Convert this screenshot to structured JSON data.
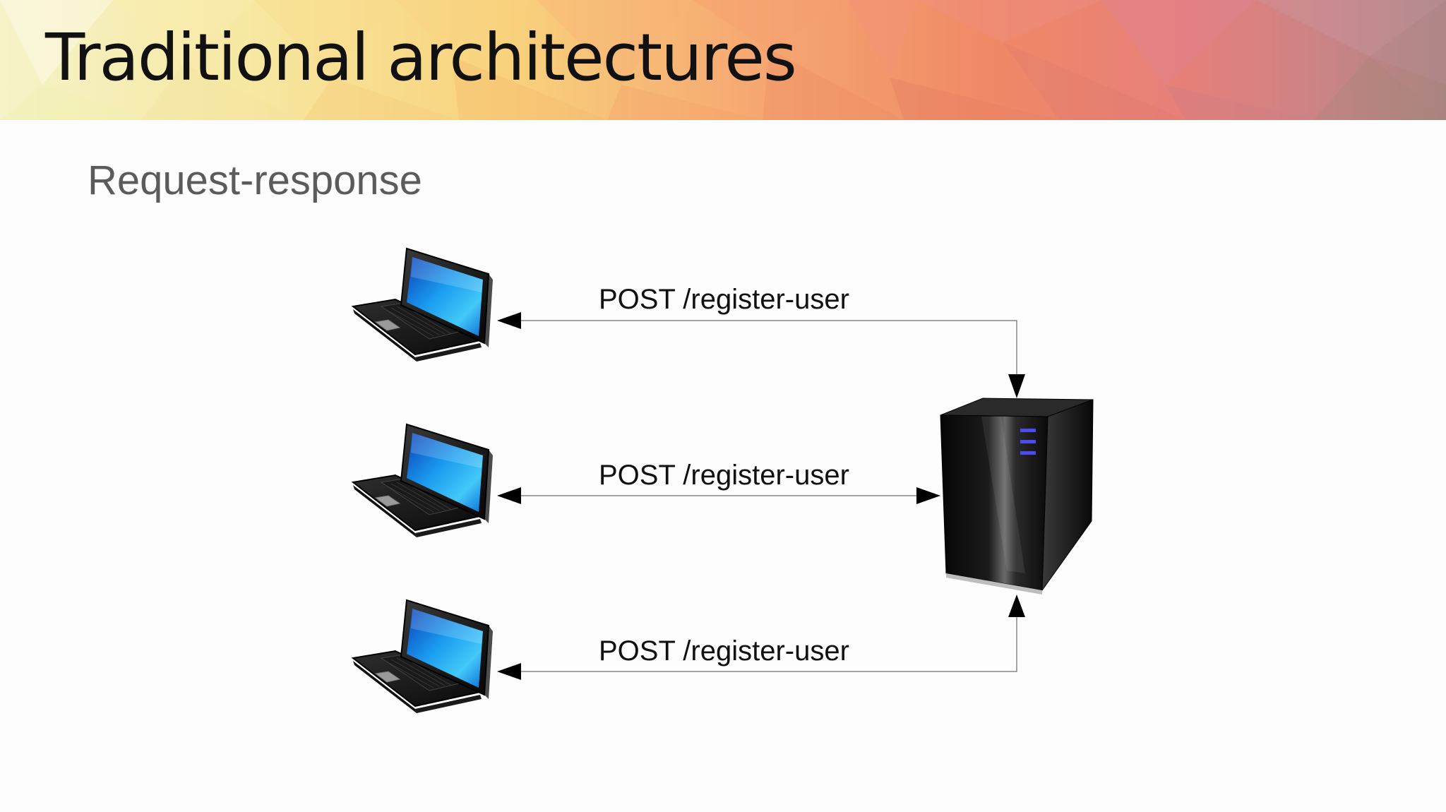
{
  "slide": {
    "title": "Traditional architectures",
    "subtitle": "Request-response"
  },
  "diagram": {
    "nodes": [
      {
        "id": "client-1",
        "type": "laptop-icon"
      },
      {
        "id": "client-2",
        "type": "laptop-icon"
      },
      {
        "id": "client-3",
        "type": "laptop-icon"
      },
      {
        "id": "server",
        "type": "server-tower-icon"
      }
    ],
    "edges": [
      {
        "from": "client-1",
        "to": "server",
        "label": "POST /register-user",
        "bidirectional": true
      },
      {
        "from": "client-2",
        "to": "server",
        "label": "POST /register-user",
        "bidirectional": true
      },
      {
        "from": "client-3",
        "to": "server",
        "label": "POST /register-user",
        "bidirectional": true
      }
    ]
  },
  "colors": {
    "banner_yellow": "#f7e07a",
    "banner_orange": "#f2a06a",
    "banner_red": "#e8806a",
    "banner_pink": "#d9788a",
    "banner_mauve": "#b58a8a",
    "title_text": "#111111",
    "subtitle_text": "#5b5b5b",
    "screen_blue": "#1ea4ee",
    "server_black": "#0a0a0a",
    "connector": "#888888"
  }
}
